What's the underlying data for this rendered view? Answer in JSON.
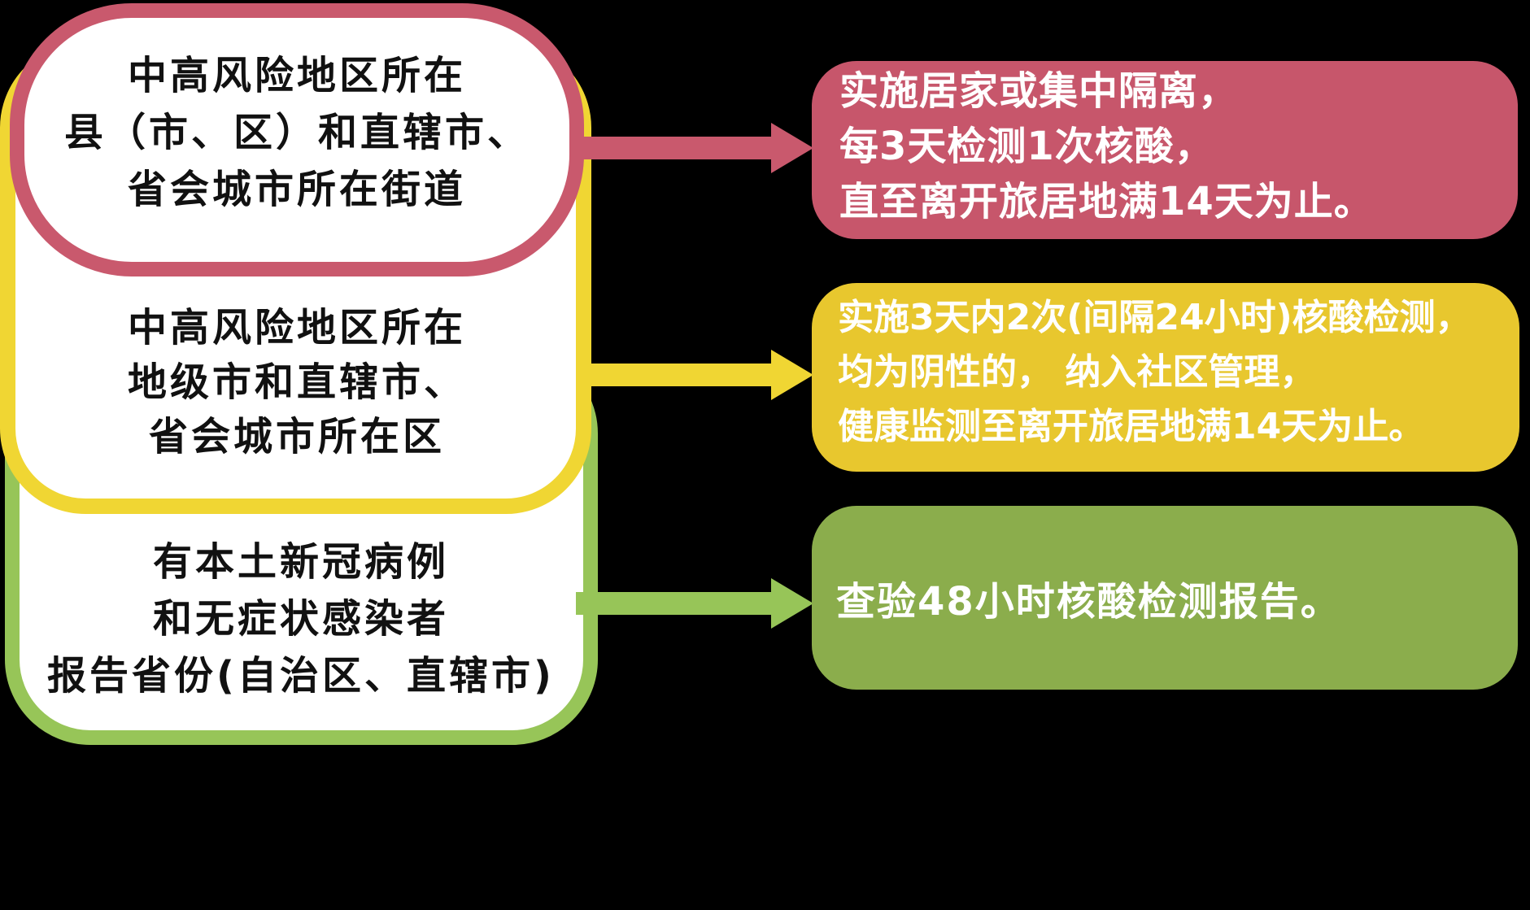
{
  "colors": {
    "background": "#000000",
    "pink": "#C7566B",
    "pink_border": "#C9596D",
    "yellow": "#E8C72E",
    "yellow_border": "#F0D633",
    "green": "#8BAD4C",
    "green_border": "#97C558",
    "box_fill": "#FFFFFF",
    "text_dark": "#111111",
    "text_light": "#FFFFFF"
  },
  "left_boxes": [
    {
      "id": "high-risk-street",
      "lines": [
        "中高风险地区所在",
        "县（市、区）和直辖市、",
        "省会城市所在街道"
      ]
    },
    {
      "id": "high-risk-city-district",
      "lines": [
        "中高风险地区所在",
        "地级市和直辖市、",
        "省会城市所在区"
      ]
    },
    {
      "id": "local-case-provinces",
      "lines": [
        "有本土新冠病例",
        "和无症状感染者",
        "报告省份(自治区、直辖市)"
      ]
    }
  ],
  "right_boxes": [
    {
      "id": "quarantine-policy",
      "lines": [
        "实施居家或集中隔离，",
        "每3天检测1次核酸，",
        "直至离开旅居地满14天为止。"
      ]
    },
    {
      "id": "double-test-policy",
      "lines": [
        "实施3天内2次(间隔24小时)核酸检测，",
        "均为阴性的， 纳入社区管理，",
        "健康监测至离开旅居地满14天为止。"
      ]
    },
    {
      "id": "report-check-policy",
      "lines": [
        "查验48小时核酸检测报告。"
      ]
    }
  ]
}
